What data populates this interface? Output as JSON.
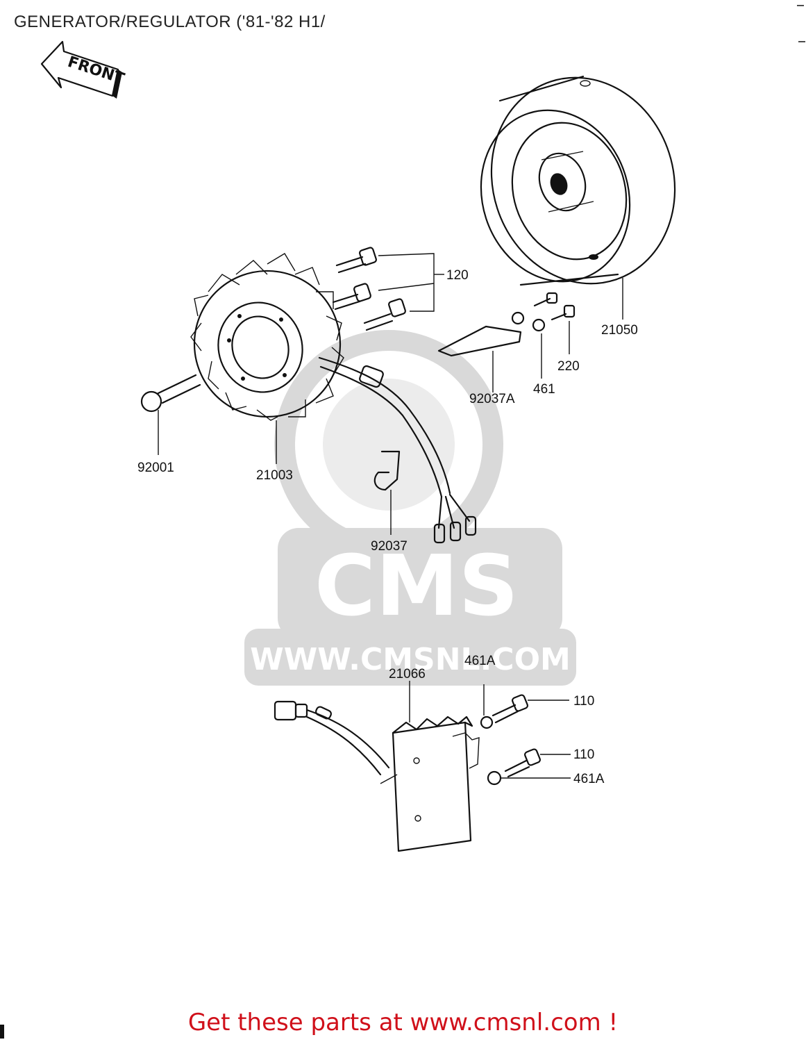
{
  "title": "GENERATOR/REGULATOR ('81-'82 H1/",
  "front_arrow_label": "FRONT",
  "watermark": {
    "brand": "CMS",
    "url": "WWW.CMSNL.COM",
    "color": "#d9d9d9"
  },
  "callouts": {
    "p120": "120",
    "p21050": "21050",
    "p220": "220",
    "p461": "461",
    "p92037A": "92037A",
    "p92001": "92001",
    "p21003": "21003",
    "p92037": "92037",
    "p461A_top": "461A",
    "p21066": "21066",
    "p110_top": "110",
    "p110_bottom": "110",
    "p461A_bottom": "461A"
  },
  "footer": "Get these parts at www.cmsnl.com !",
  "colors": {
    "footer": "#d0101a",
    "line": "#111111"
  }
}
